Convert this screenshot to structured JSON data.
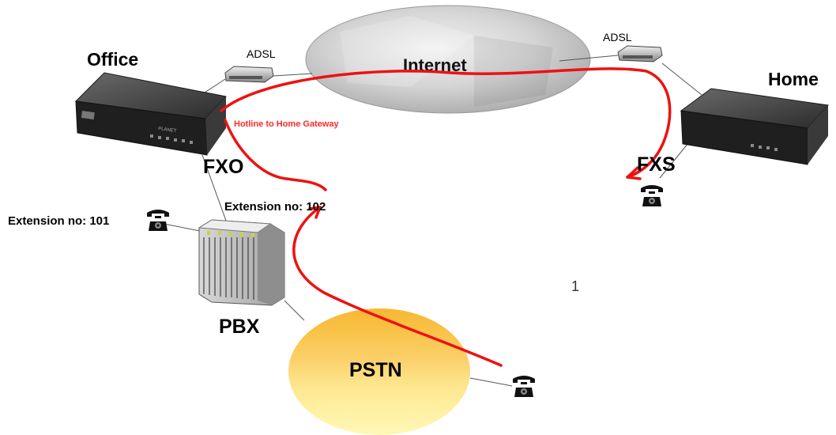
{
  "labels": {
    "office": "Office",
    "home": "Home",
    "internet": "Internet",
    "adsl_office": "ADSL",
    "adsl_home": "ADSL",
    "hotline": "Hotline to Home Gateway",
    "fxo": "FXO",
    "fxs": "FXS",
    "ext_101": "Extension no: 101",
    "ext_102": "Extension no: 102",
    "pbx": "PBX",
    "pstn": "PSTN",
    "stray_mark": "1"
  },
  "colors": {
    "call_path": "#ee1111",
    "hotline_text": "#ff2a2a",
    "internet_cloud": "#c8c8c8",
    "pstn_cloud": "#fbe27a",
    "gateway": "#2d2d2d"
  },
  "icons": {
    "office_gateway": "voip-gateway-icon",
    "home_gateway": "voip-gateway-icon",
    "office_modem": "adsl-modem-icon",
    "home_modem": "adsl-modem-icon",
    "pbx": "pbx-cabinet-icon",
    "phones": "telephone-icon"
  }
}
